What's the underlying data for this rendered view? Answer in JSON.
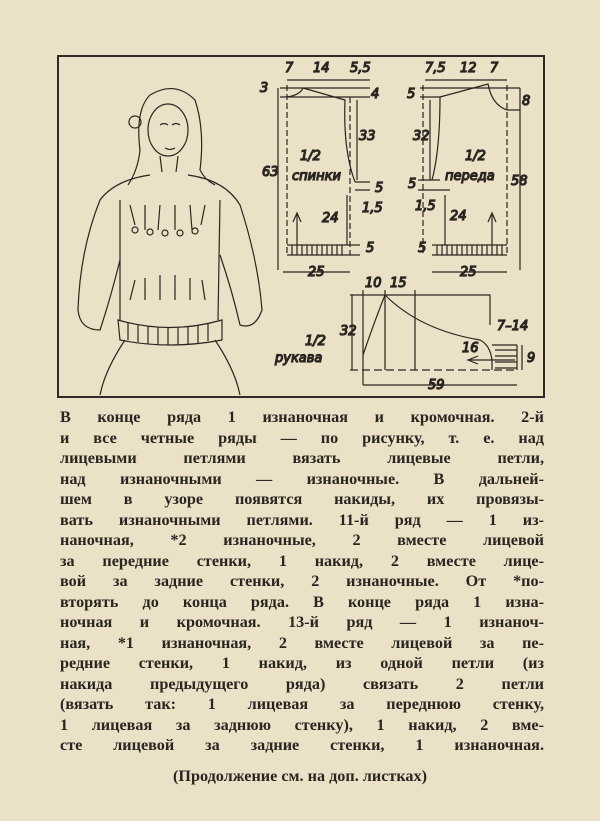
{
  "diagram": {
    "back": {
      "title_1": "1/2",
      "title_2": "спинки",
      "dims": [
        "7",
        "14",
        "5,5",
        "3",
        "4",
        "33",
        "63",
        "5",
        "1,5",
        "24",
        "5",
        "25"
      ]
    },
    "front": {
      "title_1": "1/2",
      "title_2": "переда",
      "dims": [
        "7,5",
        "12",
        "7",
        "5",
        "8",
        "32",
        "58",
        "5",
        "1,5",
        "24",
        "5",
        "25"
      ]
    },
    "sleeve": {
      "title_1": "1/2",
      "title_2": "рукава",
      "dims": [
        "10",
        "15",
        "32",
        "7–14",
        "16",
        "9",
        "59"
      ]
    }
  },
  "body_lines": [
    "В конце ряда 1 изнаночная и кромочная. 2-й",
    "и все четные ряды — по рисунку, т. е. над",
    "лицевыми петлями вязать лицевые петли,",
    "над изнаночными — изнаночные. В дальней-",
    "шем в узоре появятся накиды, их провязы-",
    "вать изнаночными петлями. 11-й ряд — 1 из-",
    "наночная, *2 изнаночные, 2 вместе лицевой",
    "за передние стенки, 1 накид, 2 вместе лице-",
    "вой за задние стенки, 2 изнаночные. От *по-",
    "вторять до конца ряда. В конце ряда 1 изна-",
    "ночная и кромочная. 13-й ряд — 1 изнаноч-",
    "ная, *1 изнаночная, 2 вместе лицевой за пе-",
    "редние стенки, 1 накид, из одной петли (из",
    "накида предыдущего ряда) связать 2 петли",
    "(вязать так: 1 лицевая за переднюю стенку,",
    "1 лицевая за заднюю стенку), 1 накид, 2 вме-",
    "сте лицевой за задние стенки, 1 изнаночная."
  ],
  "continuation": "(Продолжение см. на доп. листках)"
}
